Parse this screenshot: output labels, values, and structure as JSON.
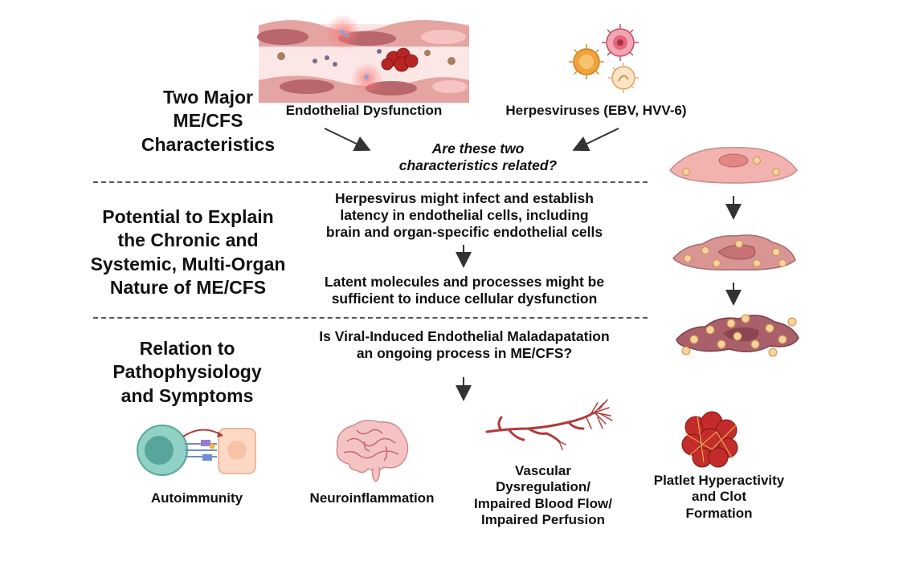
{
  "sections": {
    "characteristics": {
      "heading": [
        "Two Major",
        "ME/CFS",
        "Characteristics"
      ],
      "left_label": "Endothelial Dysfunction",
      "right_label": "Herpesviruses (EBV, HVV-6)",
      "question": [
        "Are these two",
        "characteristics related?"
      ]
    },
    "potential": {
      "heading": [
        "Potential to Explain",
        "the Chronic and",
        "Systemic, Multi-Organ",
        "Nature of ME/CFS"
      ],
      "statement_1": [
        "Herpesvirus might infect and establish",
        "latency in endothelial cells, including",
        "brain and organ-specific endothelial cells"
      ],
      "statement_2": [
        "Latent molecules and processes might be",
        "sufficient to induce cellular dysfunction"
      ]
    },
    "relation": {
      "heading": [
        "Relation to",
        "Pathophysiology",
        "and Symptoms"
      ],
      "question": [
        "Is Viral-Induced Endothelial Maladapatation",
        "an ongoing process in ME/CFS?"
      ]
    }
  },
  "outcomes": [
    {
      "label": [
        "Autoimmunity"
      ],
      "icon": "immune-synapse-icon"
    },
    {
      "label": [
        "Neuroinflammation"
      ],
      "icon": "brain-icon"
    },
    {
      "label": [
        "Vascular",
        "Dysregulation/",
        "Impaired Blood Flow/",
        "Impaired Perfusion"
      ],
      "icon": "blood-vessel-icon"
    },
    {
      "label": [
        "Platlet Hyperactivity",
        "and Clot",
        "Formation"
      ],
      "icon": "blood-clot-icon"
    }
  ],
  "colors": {
    "cell_pink": "#f2a9a5",
    "cell_dark": "#c0767b",
    "virus_orange": "#f0a33a",
    "virus_pink": "#e8647c",
    "clot_red": "#c42c2c",
    "arrow": "#333333"
  }
}
